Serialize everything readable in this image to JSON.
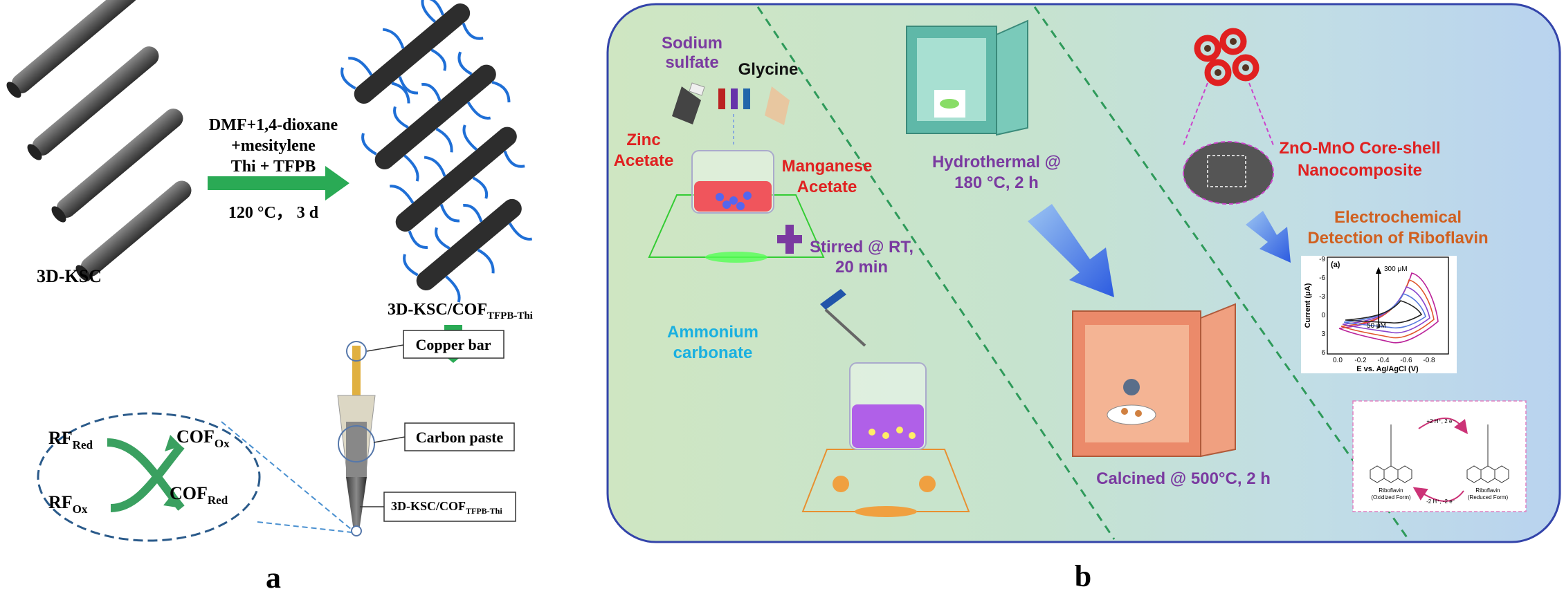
{
  "panel_a": {
    "letter": "a",
    "bare_label": "3D-KSC",
    "solvent_line1": "DMF+1,4-dioxane",
    "solvent_line2": "+mesitylene",
    "monomers": "Thi + TFPB",
    "conditions": "120 °C， 3 d",
    "coated_label_main": "3D-KSC/COF",
    "coated_label_sub": "TFPB-Thi",
    "copper_bar": "Copper bar",
    "carbon_paste": "Carbon paste",
    "tip_label_main": "3D-KSC/COF",
    "tip_label_sub": "TFPB-Thi",
    "redox": {
      "rf_red_main": "RF",
      "rf_red_sub": "Red",
      "rf_ox_main": "RF",
      "rf_ox_sub": "Ox",
      "cof_ox_main": "COF",
      "cof_ox_sub": "Ox",
      "cof_red_main": "COF",
      "cof_red_sub": "Red"
    }
  },
  "panel_b": {
    "letter": "b",
    "stage1": {
      "sodium_sulfate_1": "Sodium",
      "sodium_sulfate_2": "sulfate",
      "glycine": "Glycine",
      "zinc_acetate_1": "Zinc",
      "zinc_acetate_2": "Acetate",
      "manganese_acetate_1": "Manganese",
      "manganese_acetate_2": "Acetate",
      "stirred_1": "Stirred @ RT,",
      "stirred_2": "20 min",
      "ammonium_1": "Ammonium",
      "ammonium_2": "carbonate"
    },
    "stage2": {
      "hydrothermal_1": "Hydrothermal @",
      "hydrothermal_2": "180 °C, 2 h",
      "calcined": "Calcined @ 500°C, 2 h"
    },
    "stage3": {
      "composite_1": "ZnO-MnO Core-shell",
      "composite_2": "Nanocomposite",
      "detection_1": "Electrochemical",
      "detection_2": "Detection of Riboflavin",
      "cv": {
        "panel_label": "(a)",
        "ylabel": "Current (μA)",
        "xlabel": "E vs. Ag/AgCl (V)",
        "yticks": [
          "-9",
          "-6",
          "-3",
          "0",
          "3",
          "6"
        ],
        "xticks": [
          "0.0",
          "-0.2",
          "-0.4",
          "-0.6",
          "-0.8"
        ],
        "high_conc": "300 μM",
        "low_conc": "50 μM"
      },
      "riboflavin": {
        "name": "Riboflavin",
        "oxidized_form": "(Oxidized Form)",
        "reduced_form": "(Reduced Form)",
        "reduction_step": "+2 H⁺, 2 e⁻",
        "oxidation_step": "-2 H⁺, -2 e⁻"
      }
    }
  }
}
